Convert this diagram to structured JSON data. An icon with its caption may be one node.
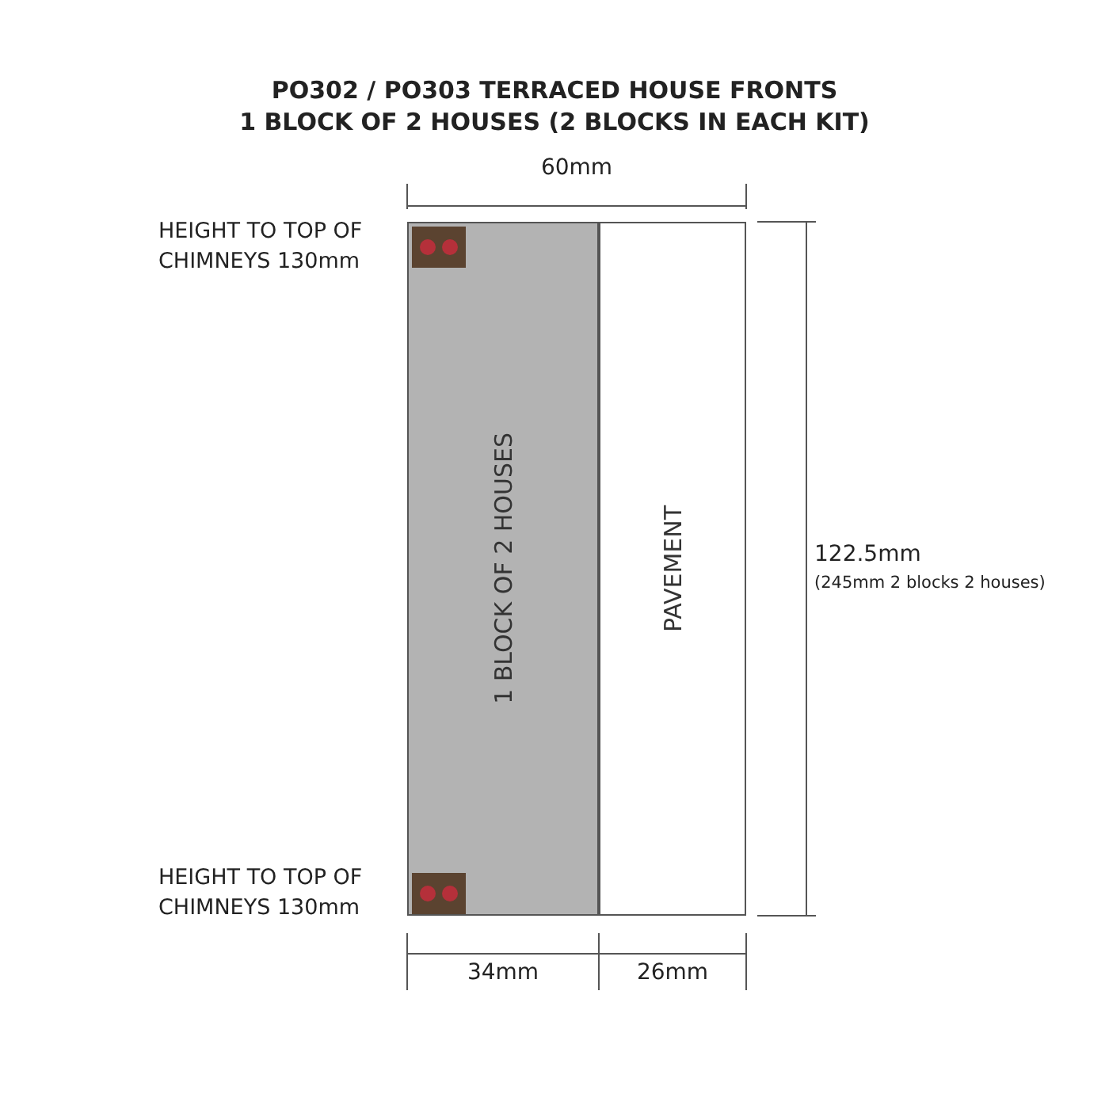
{
  "diagram": {
    "title": "PO302 / PO303 TERRACED HOUSE FRONTS",
    "nodes": [
      {
        "text": [
          "1 BLOCK OF 2 HOUSES"
        ]
      },
      {
        "text": [
          "PAVEMENT"
        ]
      },
      {
        "text": [],
        "shape": "box",
        "in": 0,
        "beside": [
          "HEIGHT TO TOP OF CHIMNEYS 130mm"
        ]
      },
      {
        "text": [],
        "shape": "box",
        "in": 0,
        "beside": [
          "HEIGHT TO TOP OF CHIMNEYS 130mm"
        ]
      }
    ],
    "edges": [],
    "labels": [
      "1 BLOCK OF 2 HOUSES (2 BLOCKS IN EACH KIT)",
      "60mm",
      "122.5mm",
      "(245mm 2 blocks 2 houses)",
      "34mm",
      "26mm"
    ]
  }
}
